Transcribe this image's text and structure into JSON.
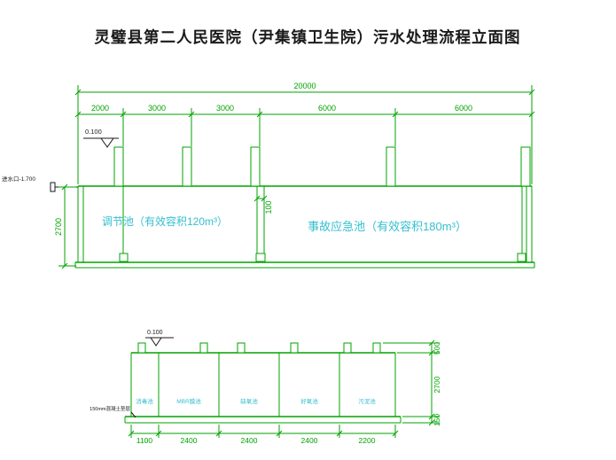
{
  "title": "灵璧县第二人民医院（尹集镇卫生院）污水处理流程立面图",
  "colors": {
    "line": "#00a300",
    "cyan": "#35bfcf",
    "ink": "#1a1a1a"
  },
  "upper": {
    "total_dim": "20000",
    "segment_dims": [
      "2000",
      "3000",
      "3000",
      "6000",
      "6000"
    ],
    "elevation": "0.100",
    "inlet_label": "进水口-1.700",
    "left_dim": "2700",
    "gap_dim": "100",
    "tank1_label": "调节池（有效容积120m³）",
    "tank2_label": "事故应急池（有效容积180m³）"
  },
  "lower": {
    "elevation": "0.100",
    "compartments": [
      "消毒池",
      "MBR膜池",
      "缺氧池",
      "好氧池",
      "污泥池"
    ],
    "base_note": "150mm混凝土垫层",
    "bottom_dims": [
      "1100",
      "2400",
      "2400",
      "2400",
      "2200"
    ],
    "right_dims": [
      "500",
      "2700",
      "150"
    ]
  }
}
